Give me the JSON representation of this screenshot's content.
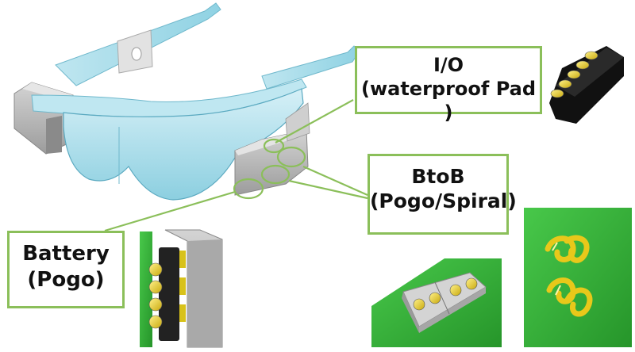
{
  "callouts": {
    "io": {
      "line1": "I/O",
      "line2": "(waterproof Pad )"
    },
    "btob": {
      "line1": "BtoB",
      "line2": "(Pogo/Spiral)"
    },
    "battery": {
      "line1": "Battery",
      "line2": "(Pogo)"
    }
  },
  "colors": {
    "callout_border": "#8bbf5a",
    "lens_tint": "#a9dbe8",
    "frame_cyan": "#86cfe0",
    "pcb_green": "#35b23a",
    "gold_pin": "#e6d21a",
    "housing_gray": "#b9b9b9"
  },
  "icons": [
    "smart-glasses-illustration",
    "io-connector-icon",
    "battery-pogo-connector-icon",
    "btob-pogo-connector-icon",
    "btob-spiral-connector-icon"
  ]
}
